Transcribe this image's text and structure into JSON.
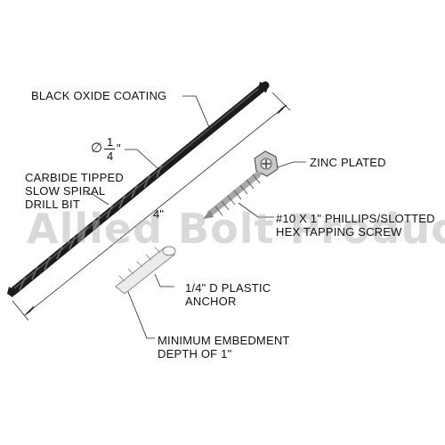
{
  "watermark": "Allied Bolt Products LLC",
  "labels": {
    "coating": "BLACK OXIDE COATING",
    "diameter_symbol": "∅",
    "diameter_num": "1",
    "diameter_den": "4",
    "diameter_unit": "\"",
    "bit_line1": "CARBIDE TIPPED",
    "bit_line2": "SLOW SPIRAL",
    "bit_line3": "DRILL BIT",
    "length": "4\"",
    "zinc": "ZINC PLATED",
    "screw_line1": "#10 X 1\"  PHILLIPS/SLOTTED",
    "screw_line2": "HEX TAPPING SCREW",
    "anchor_line1": "1/4\" D PLASTIC",
    "anchor_line2": "ANCHOR",
    "embed_line1": "MINIMUM EMBEDMENT",
    "embed_line2": "DEPTH OF 1\""
  },
  "colors": {
    "bit": "#1c1c1c",
    "screw": "#b9b9b9",
    "anchor": "#e6e6e6",
    "line": "#222222"
  }
}
